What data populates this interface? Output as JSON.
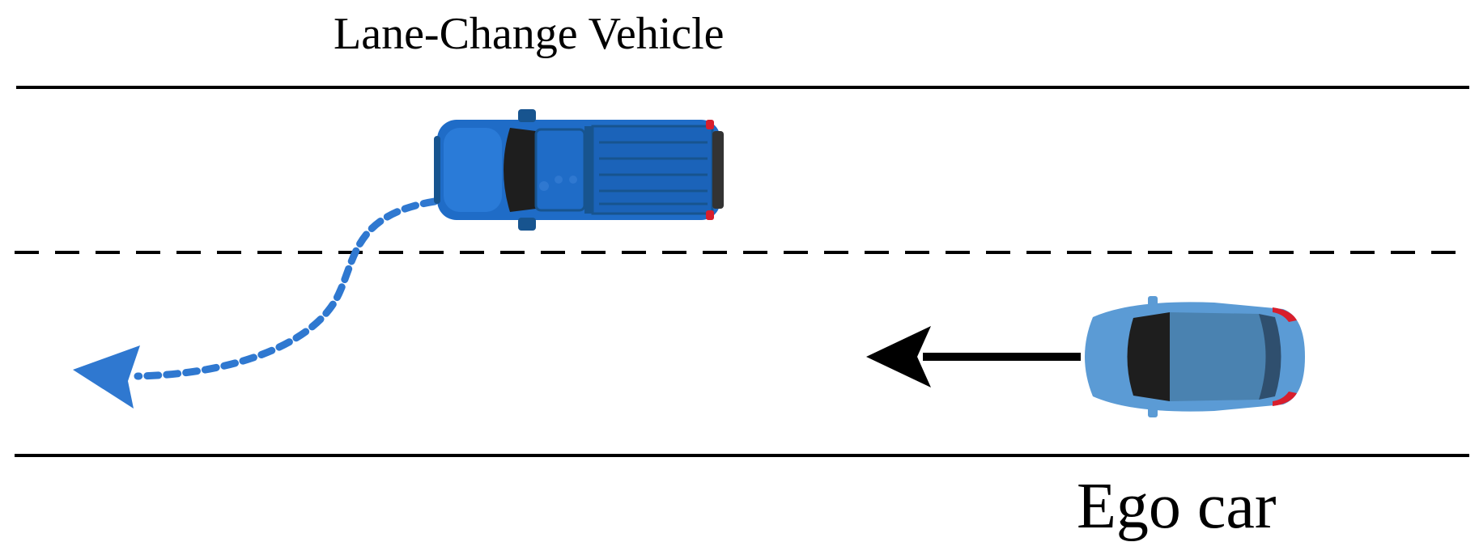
{
  "labels": {
    "lane_change_vehicle": "Lane-Change Vehicle",
    "ego_car": "Ego car"
  },
  "colors": {
    "background": "#ffffff",
    "road_line": "#000000",
    "truck_body": "#1f6cc7",
    "truck_dark": "#17548f",
    "ego_body": "#5b9bd5",
    "ego_roof": "#4a82b0",
    "window": "#1e1e1e",
    "tail_light": "#d81e2c",
    "trajectory": "#2f78d0",
    "ego_arrow": "#000000"
  },
  "icons": {
    "lane_change_vehicle": "pickup-truck-top-view",
    "ego_car": "hatchback-car-top-view"
  }
}
